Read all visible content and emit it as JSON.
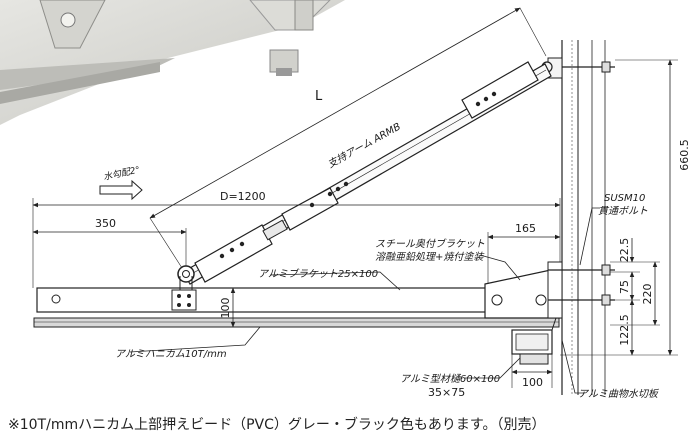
{
  "labels": {
    "arm_length": "L",
    "arm_name": "支持アーム ARMB",
    "depth": "D=1200",
    "offset_left": "350",
    "offset_right": "165",
    "height_total": "660.5",
    "slope": "水勾配2°",
    "bolt_line1": "SUSM10",
    "bolt_line2": "貫通ボルト",
    "steel_bracket_line1": "スチール奥付ブラケット",
    "steel_bracket_line2": "溶融亜鉛処理+焼付塗装",
    "alu_bracket": "アルミブラケット25×100",
    "honeycomb": "アルミハニカム10T/mm",
    "gutter_line1": "アルミ型材樋60×100",
    "gutter_line2": "35×75",
    "flashing": "アルミ曲物水切板",
    "dim_100_vertical": "100",
    "dim_100_gutter": "100",
    "dim_22_5_top": "22.5",
    "dim_75": "75",
    "dim_220": "220",
    "dim_122_5": "122.5"
  },
  "footer_note": "※10T/mmハニカム上部押えビード（PVC）グレー・ブラック色もあります。（別売）"
}
